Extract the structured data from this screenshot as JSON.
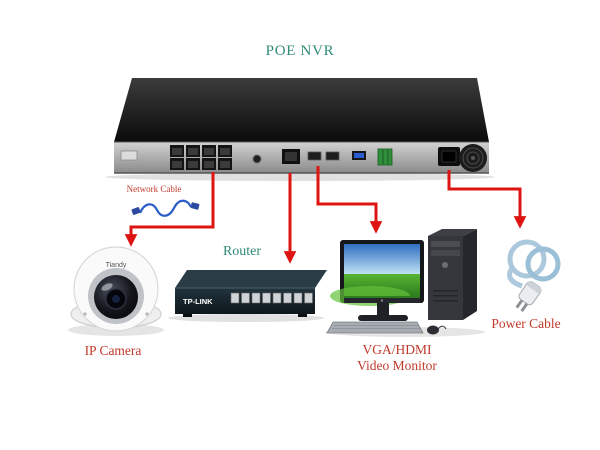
{
  "title": "POE NVR",
  "labels": {
    "network_cable": "Network Cable",
    "router": "Router",
    "ip_camera": "IP Camera",
    "video_monitor_line1": "VGA/HDMI",
    "video_monitor_line2": "Video Monitor",
    "power_cable": "Power Cable"
  },
  "brands": {
    "camera": "Tiandy",
    "router": "TP-LINK"
  },
  "colors": {
    "title_teal": "#2e8b74",
    "label_red": "#c0392b",
    "arrow_red": "#de1412",
    "cable_blue": "#2b5fc7"
  }
}
